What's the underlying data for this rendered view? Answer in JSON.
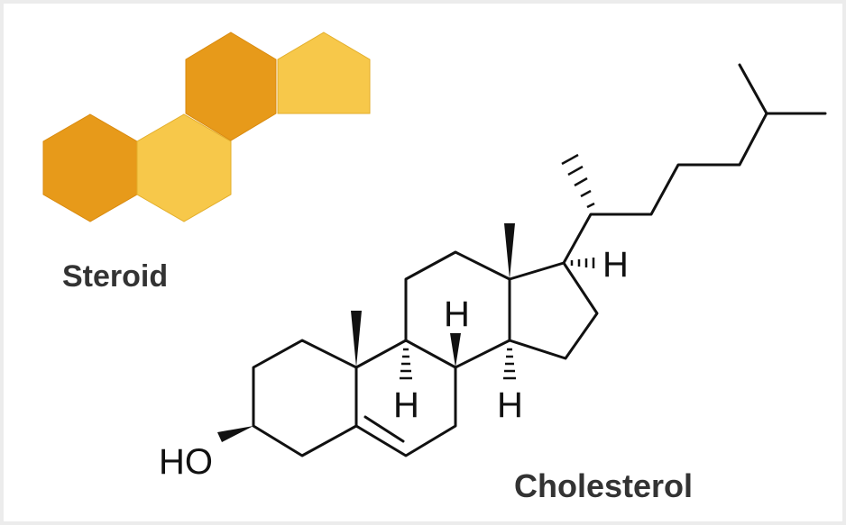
{
  "labels": {
    "steroid": "Steroid",
    "cholesterol": "Cholesterol"
  },
  "atoms": {
    "hydroxyl": "HO",
    "h_c17": "H",
    "h_c8": "H",
    "h_c9": "H",
    "h_c14": "H"
  },
  "colors": {
    "ring_dark": "#E79A1A",
    "ring_light": "#F7C84A",
    "bond": "#111111",
    "label": "#333333"
  }
}
